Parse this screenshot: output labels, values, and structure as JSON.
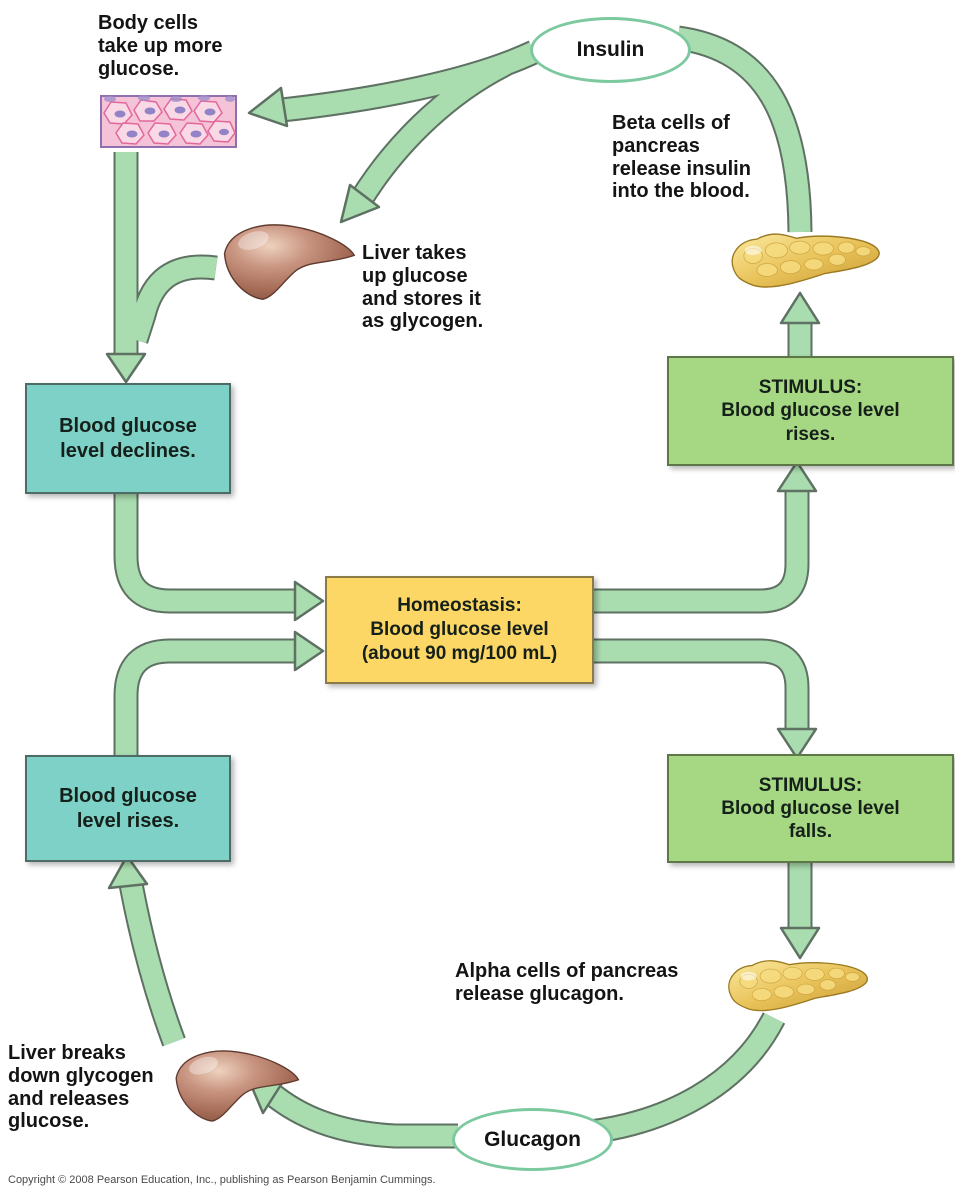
{
  "diagram": {
    "type": "negative-feedback-loop",
    "nodes": {
      "insulin_oval": "Insulin",
      "glucagon_oval": "Glucagon",
      "stimulus_rises": "STIMULUS:\nBlood glucose level\nrises.",
      "stimulus_falls": "STIMULUS:\nBlood glucose level\nfalls.",
      "glucose_declines": "Blood glucose\nlevel declines.",
      "glucose_rises": "Blood glucose\nlevel rises.",
      "homeostasis": "Homeostasis:\nBlood glucose level\n(about 90 mg/100 mL)"
    },
    "annotations": {
      "body_cells": "Body cells\ntake up more\nglucose.",
      "liver_takes": "Liver takes\nup glucose\nand stores it\nas glycogen.",
      "beta_cells": "Beta cells of\npancreas\nrelease insulin\ninto the blood.",
      "alpha_cells": "Alpha cells of pancreas\nrelease glucagon.",
      "liver_breaks": "Liver breaks\ndown glycogen\nand releases\nglucose."
    },
    "icons": {
      "tissue": "body-tissue-illustration",
      "liver_top": "liver-illustration",
      "liver_bottom": "liver-illustration",
      "pancreas_top": "pancreas-illustration",
      "pancreas_bottom": "pancreas-illustration"
    },
    "colors": {
      "arrow_fill": "#a9dcae",
      "arrow_outline": "#5e7163",
      "teal_box": "#7ed1c7",
      "green_box": "#a6d783",
      "yellow_box": "#fcd765",
      "oval_border": "#7cc9a0",
      "text": "#141414"
    }
  },
  "footer": {
    "copyright": "Copyright © 2008 Pearson Education, Inc., publishing as Pearson Benjamin Cummings."
  }
}
